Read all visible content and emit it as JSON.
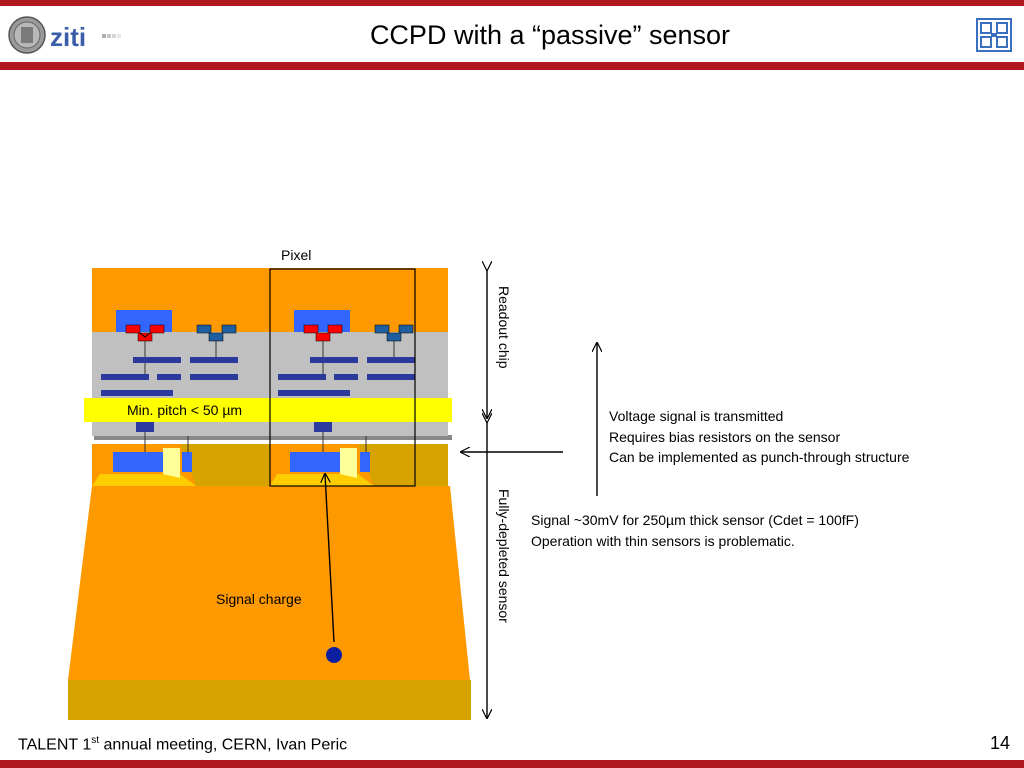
{
  "header": {
    "title": "CCPD with a “passive” sensor",
    "logo_text": "ziti"
  },
  "diagram": {
    "pixel_label": "Pixel",
    "readout_chip_label": "Readout chip",
    "sensor_label": "Fully-depleted sensor",
    "pitch_label": "Min. pitch < 50 µm",
    "signal_charge_label": "Signal charge",
    "colors": {
      "orange": "#ff9900",
      "dark_gold": "#d6a300",
      "gray": "#c0c0c0",
      "blue": "#3366ff",
      "navy": "#2b3a9c",
      "yellow": "#ffff00",
      "red": "#ff0000",
      "dot": "#0b1fa0"
    }
  },
  "notes": {
    "voltage": [
      "Voltage signal is transmitted",
      "Requires bias resistors on the sensor",
      "Can be implemented as punch-through structure"
    ],
    "signal": [
      "Signal ~30mV for 250µm thick sensor (Cdet = 100fF)",
      "Operation with thin sensors is problematic."
    ]
  },
  "footer": {
    "text_before": "TALENT 1",
    "superscript": "st",
    "text_after": " annual meeting, CERN, Ivan Peric",
    "page_number": "14"
  }
}
